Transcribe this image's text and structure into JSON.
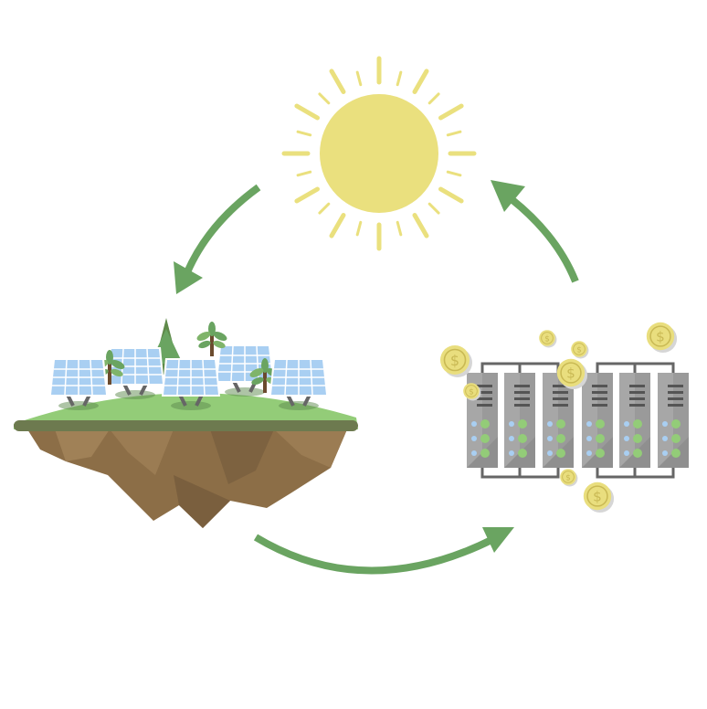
{
  "diagram": {
    "type": "cycle",
    "nodes": [
      {
        "id": "sun",
        "icon": "sun-icon"
      },
      {
        "id": "solar-island",
        "icon": "solar-panel-island-icon"
      },
      {
        "id": "mining-servers",
        "icon": "server-rack-coins-icon"
      }
    ],
    "flow": [
      "sun",
      "solar-island",
      "mining-servers",
      "sun"
    ],
    "coin_symbol": "$"
  },
  "colors": {
    "sun": "#EAE07E",
    "arrow": "#6AA461",
    "grass": "#93CC78",
    "soil": "#8C6E47",
    "panel": "#A9CFF2",
    "server": "#A7A7A7",
    "coin": "#E9DE7E"
  }
}
